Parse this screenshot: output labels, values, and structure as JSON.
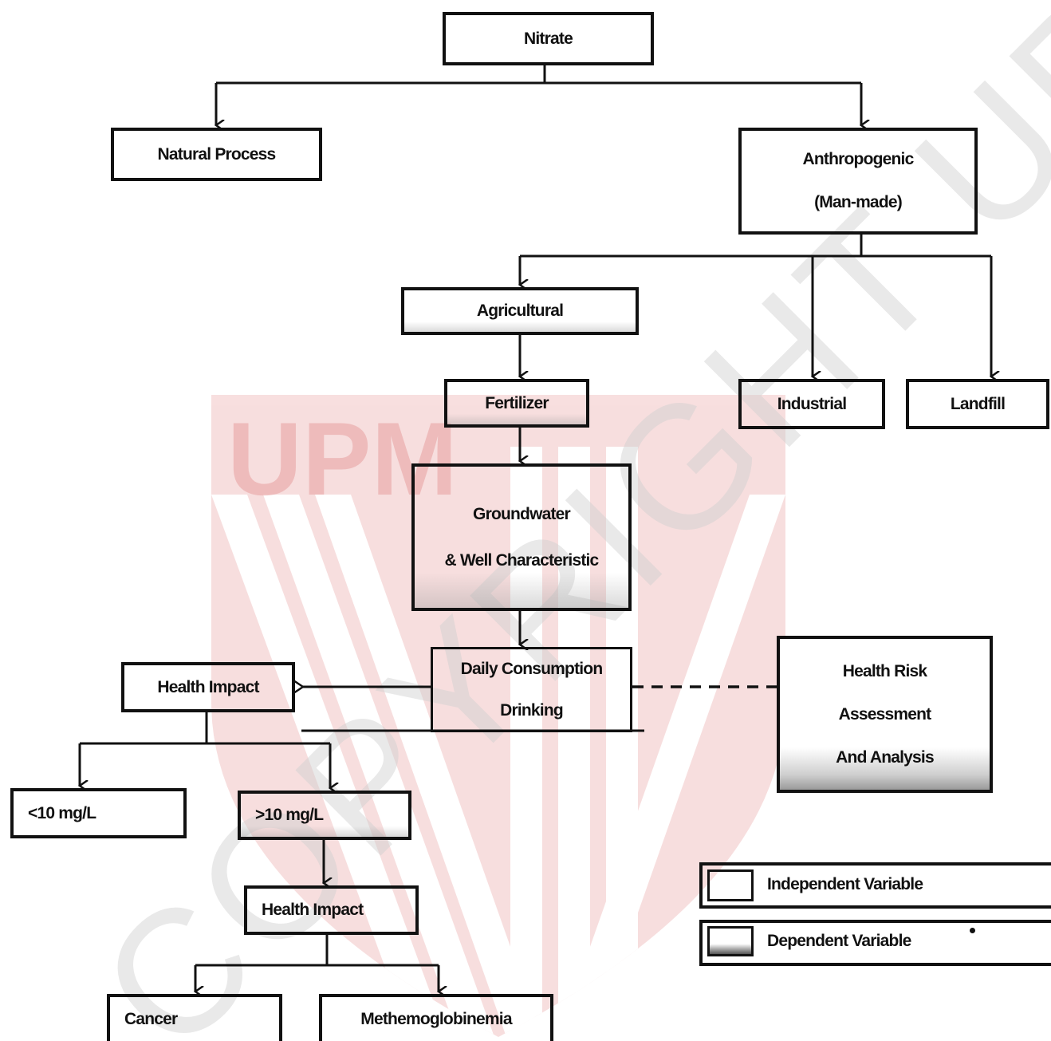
{
  "watermark": {
    "logo_text": "UPM",
    "diagonal_text": "COPYRIGHT UPM"
  },
  "nodes": {
    "nitrate": "Nitrate",
    "natural_process": "Natural Process",
    "anthropogenic_line1": "Anthropogenic",
    "anthropogenic_line2": "(Man-made)",
    "agricultural": "Agricultural",
    "fertilizer": "Fertilizer",
    "industrial": "Industrial",
    "landfill": "Landfill",
    "groundwater_line1": "Groundwater",
    "groundwater_line2": "& Well Characteristic",
    "daily_line1": "Daily Consumption",
    "daily_line2": "Drinking",
    "health_impact_1": "Health Impact",
    "hra_line1": "Health Risk",
    "hra_line2": "Assessment",
    "hra_line3": "And Analysis",
    "lt10": "<10 mg/L",
    "gt10": ">10 mg/L",
    "health_impact_2": "Health Impact",
    "cancer": "Cancer",
    "methemoglobinemia": "Methemoglobinemia"
  },
  "legend": {
    "independent": "Independent Variable",
    "dependent": "Dependent Variable"
  }
}
